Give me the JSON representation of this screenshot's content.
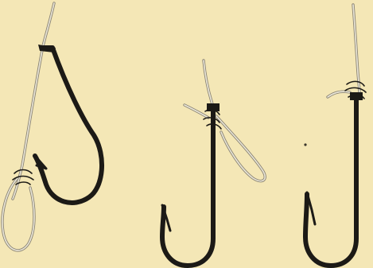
{
  "colors": {
    "paper": "#f4e7b6",
    "ink": "#1c1a16",
    "line": "#ebe7d8",
    "line_edge": "#8a8474"
  },
  "figures": [
    {
      "name": "hook-with-line-loop"
    },
    {
      "name": "hook-with-eye-loop-tied"
    },
    {
      "name": "hook-with-line-knot"
    }
  ]
}
